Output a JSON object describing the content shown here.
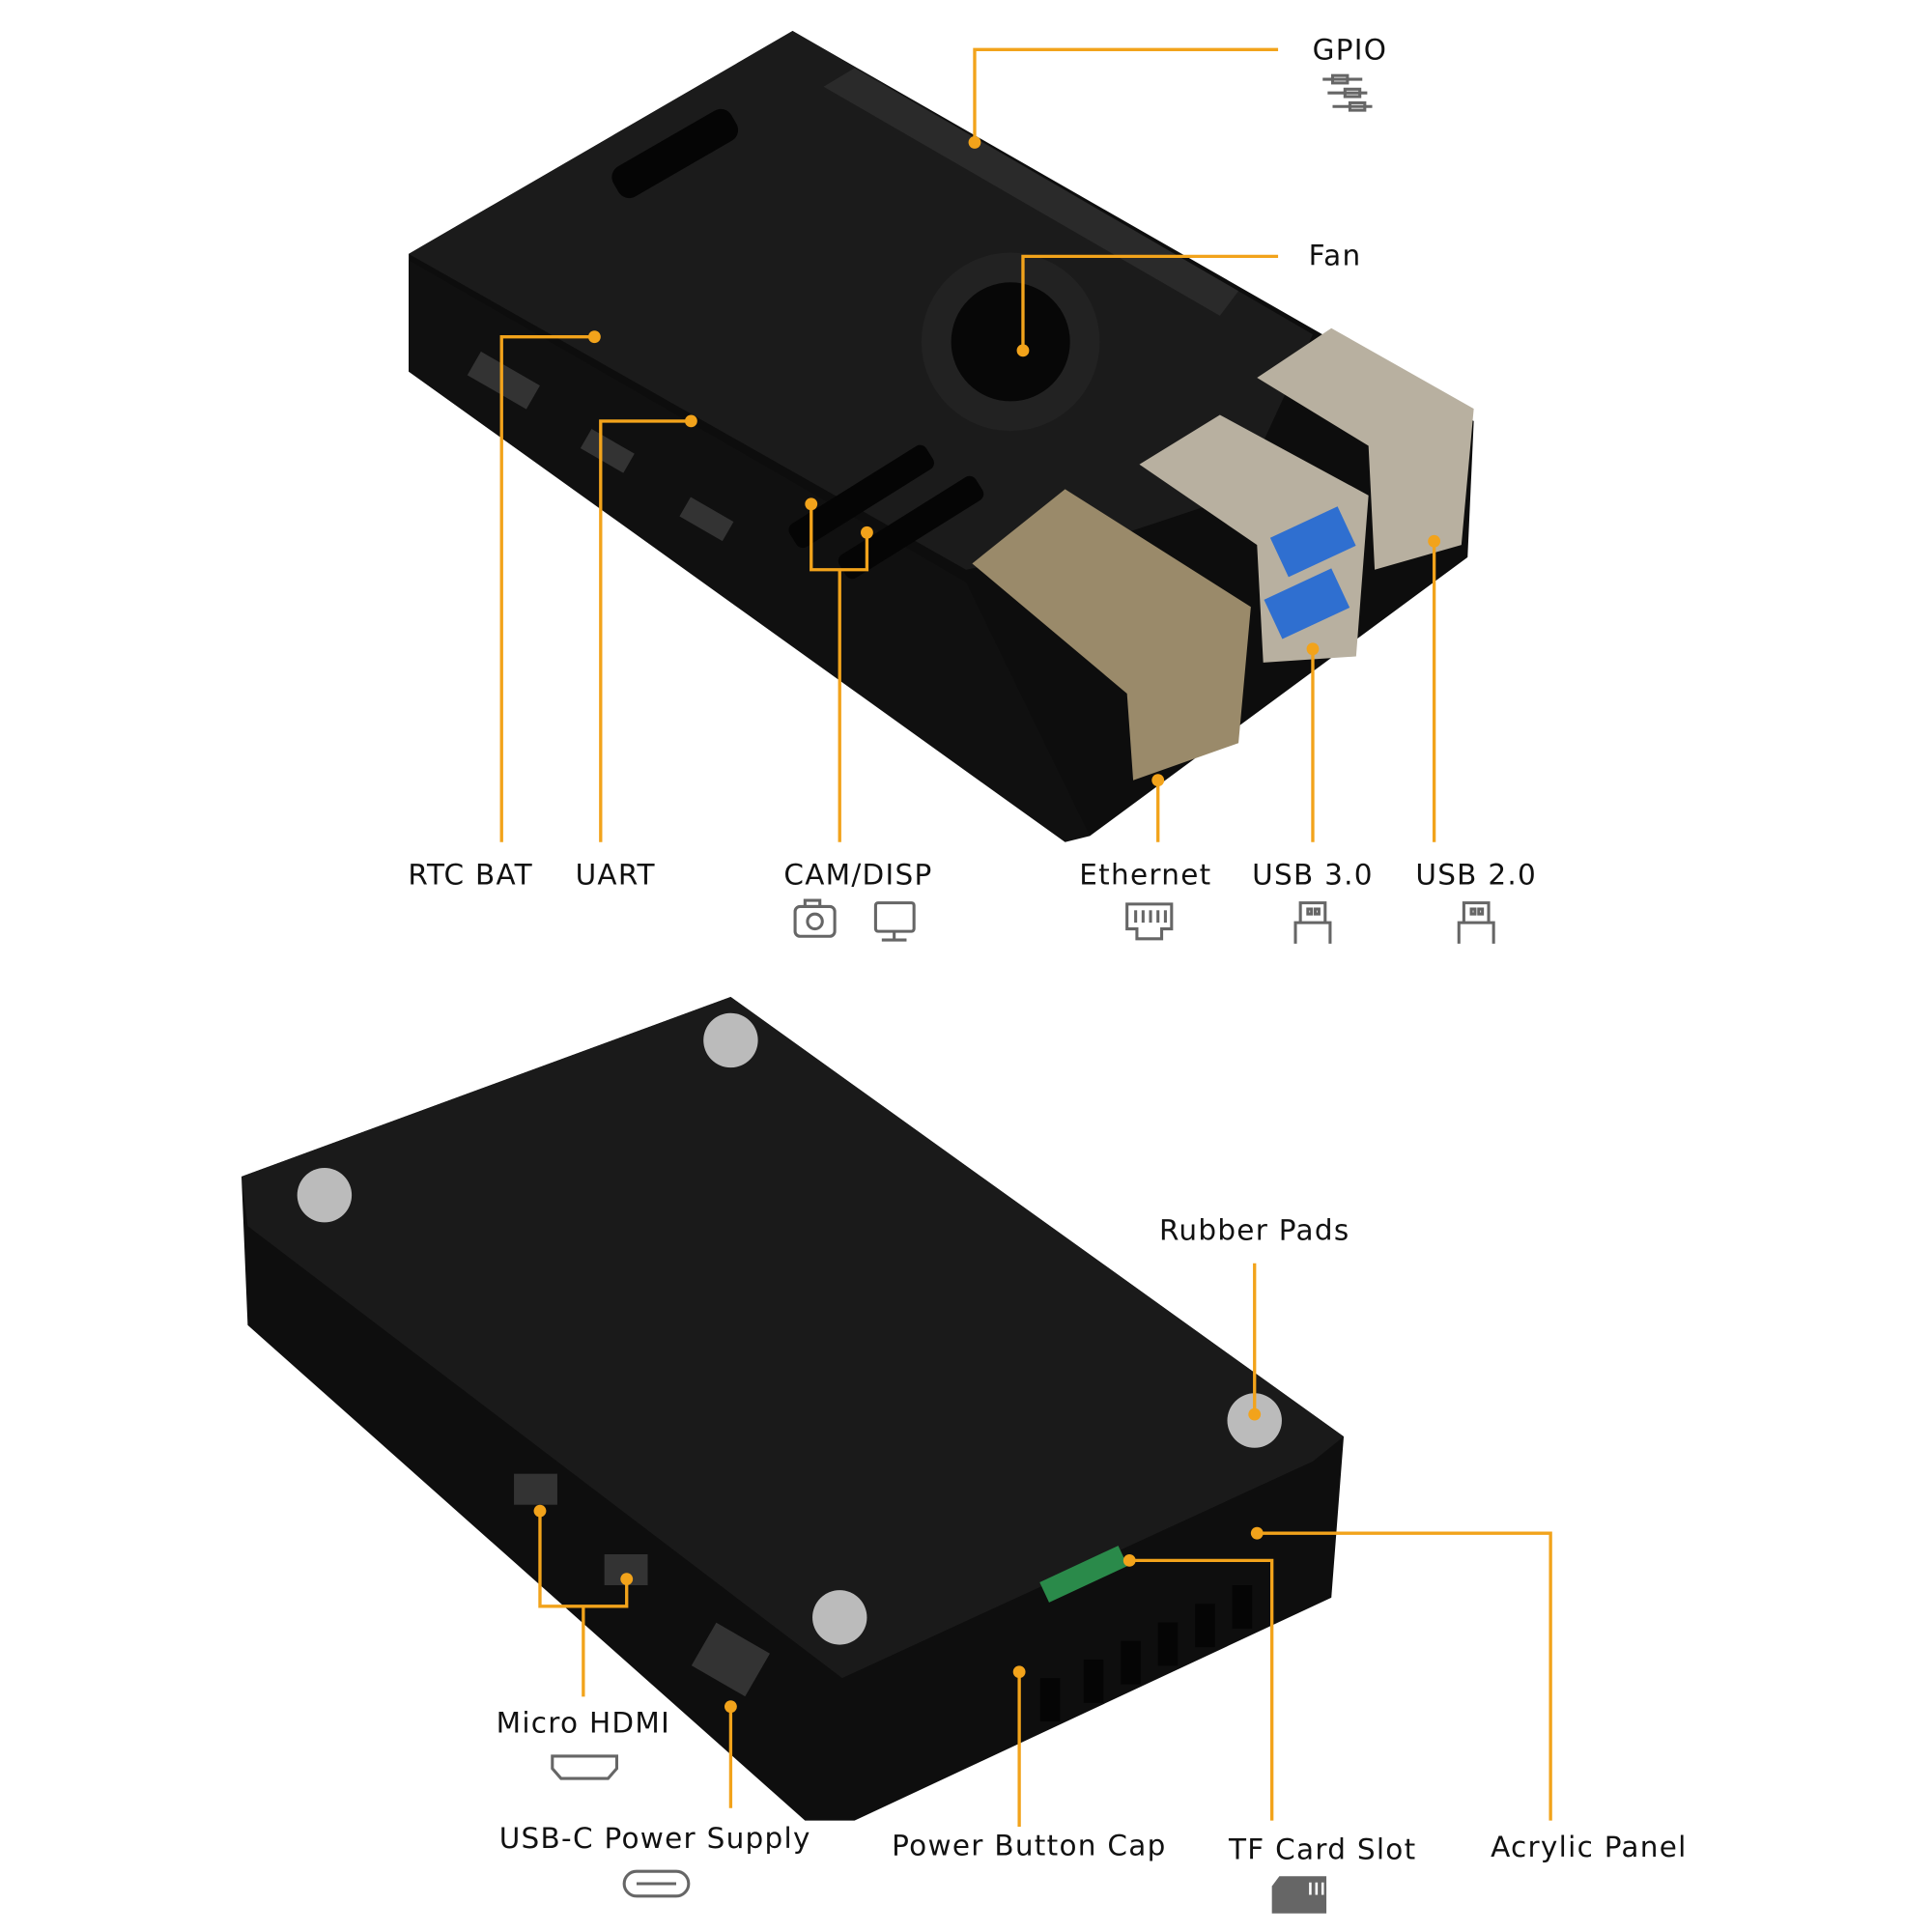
{
  "labels": {
    "gpio": "GPIO",
    "fan": "Fan",
    "rtc_bat": "RTC BAT",
    "uart": "UART",
    "cam_disp": "CAM/DISP",
    "ethernet": "Ethernet",
    "usb3": "USB 3.0",
    "usb2": "USB 2.0",
    "rubber_pads": "Rubber Pads",
    "micro_hdmi": "Micro HDMI",
    "usbc_power": "USB-C Power Supply",
    "power_button": "Power Button Cap",
    "tf_card": "TF Card Slot",
    "acrylic_panel": "Acrylic Panel"
  },
  "colors": {
    "leader": "#f2a31b",
    "case": "#161616"
  }
}
